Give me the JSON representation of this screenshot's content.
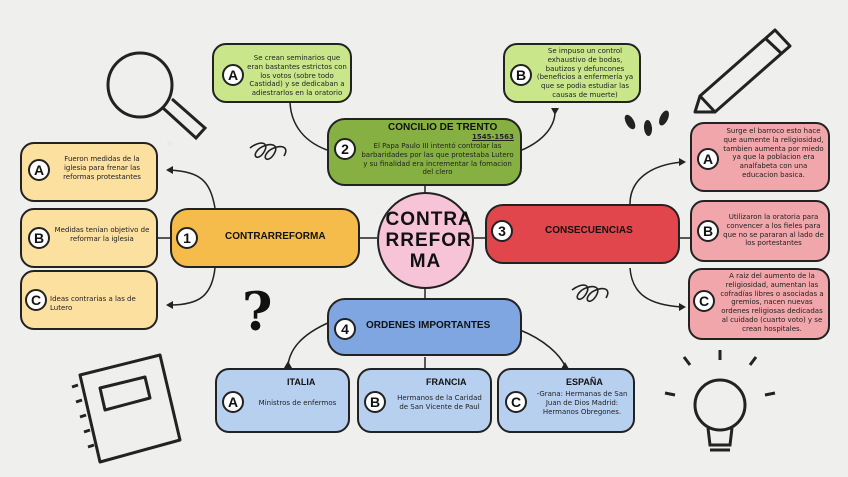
{
  "center": {
    "title": "CONTRARREFORMA",
    "line1": "CONTRA",
    "line2": "RREFOR",
    "line3": "MA"
  },
  "branch1": {
    "number": "1",
    "title": "CONTRARREFORMA",
    "items": [
      {
        "letter": "A",
        "text": "Fueron medidas de la iglesia para frenar las reformas protestantes"
      },
      {
        "letter": "B",
        "text": "Medidas tenían objetivo de reformar la iglesia"
      },
      {
        "letter": "C",
        "text": "Ideas contrarias a las de Lutero"
      }
    ]
  },
  "branch2": {
    "number": "2",
    "title": "CONCILIO DE TRENTO",
    "dates": "1545-1563",
    "text": "El Papa Paulo III intentó controlar las barbaridades por las que protestaba Lutero y su finalidad era incrementar la fomacion del clero",
    "items": [
      {
        "letter": "A",
        "text": "Se crean seminarios que eran bastantes estrictos con los votos (sobre todo Castidad) y se dedicaban a adiestrarlos en la oratorio"
      },
      {
        "letter": "B",
        "text": "Se impuso un control exhaustivo de bodas, bautizos y defuncones (beneficios a enfermería ya que se podia estudiar las causas de muerte)"
      }
    ]
  },
  "branch3": {
    "number": "3",
    "title": "CONSECUENCIAS",
    "items": [
      {
        "letter": "A",
        "text": "Surge el barroco esto hace que aumente la religiosidad, tambien aumenta por miedo ya que la poblacion era analfabeta con una educacion basica."
      },
      {
        "letter": "B",
        "text": "Utilizaron la oratoria para convencer a los fieles para que no se pararan al lado de los portestantes"
      },
      {
        "letter": "C",
        "text": "A raiz del aumento de la religiosidad, aumentan las cofradías libres o asociadas a gremios, nacen nuevas ordenes religiosas dedicadas al cuidado (cuarto voto) y se crean hospitales."
      }
    ]
  },
  "branch4": {
    "number": "4",
    "title": "ORDENES IMPORTANTES",
    "items": [
      {
        "letter": "A",
        "country": "ITALIA",
        "text": "Ministros de enfermos"
      },
      {
        "letter": "B",
        "country": "FRANCIA",
        "text": "Hermanos de la Caridad de San Vicente de Paul"
      },
      {
        "letter": "C",
        "country": "ESPAÑA",
        "text": "-Grana: Hermanas de San Juan de Dios Madrid: Hermanos Obregones."
      }
    ]
  },
  "decorations": {
    "question_mark": "?"
  },
  "colors": {
    "green": "#c9e78a",
    "dark_green": "#86b041",
    "orange": "#f5bc4c",
    "light_orange": "#fbe0a0",
    "red": "#e0464c",
    "pink": "#f1a6ab",
    "blue": "#7fa6e0",
    "light_blue": "#b8d0f0",
    "center": "#f7c3d6"
  }
}
